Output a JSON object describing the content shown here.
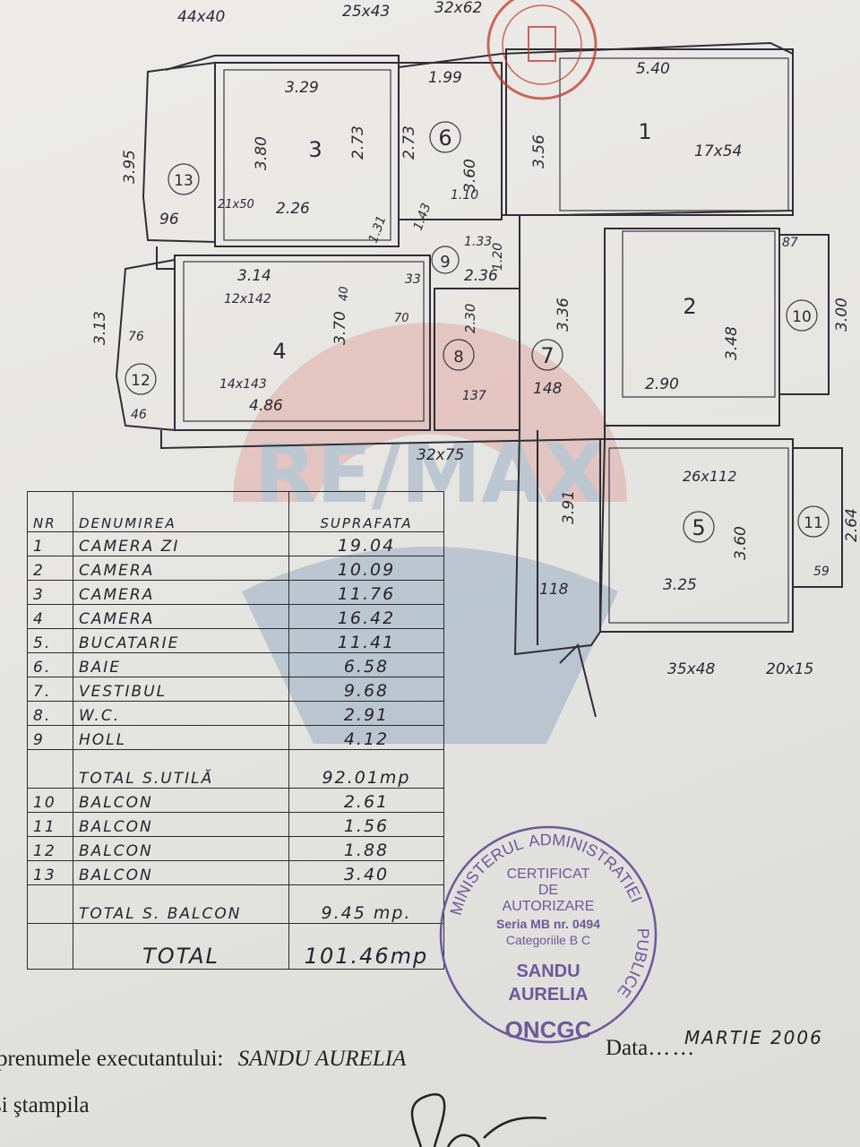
{
  "plan": {
    "rooms": [
      "1",
      "2",
      "3",
      "4",
      "5",
      "6",
      "7",
      "8",
      "9",
      "10",
      "11",
      "12",
      "13"
    ],
    "dimensions": [
      "44x40",
      "25x43",
      "32x62",
      "3.29",
      "1.99",
      "5.40",
      "3.95",
      "3.80",
      "2.73",
      "2.73",
      "3.56",
      "17x54",
      "3.60",
      "96",
      "21x50",
      "2.26",
      "1.10",
      "1.31",
      "1.43",
      "1.33",
      "87",
      "3.00",
      "3.14",
      "1.20",
      "2.36",
      "12x142",
      "40",
      "33",
      "3.70",
      "70",
      "2.30",
      "3.36",
      "3.13",
      "76",
      "3.48",
      "14x143",
      "4.86",
      "46",
      "137",
      "148",
      "2.90",
      "32x75",
      "26x112",
      "3.91",
      "3.60",
      "2.64",
      "118",
      "3.25",
      "59",
      "35x48",
      "20x15"
    ]
  },
  "table": {
    "headers": {
      "nr": "NR",
      "name": "DENUMIREA",
      "area": "SUPRAFATA"
    },
    "rows": [
      {
        "nr": "1",
        "name": "CAMERA ZI",
        "area": "19.04"
      },
      {
        "nr": "2",
        "name": "CAMERA",
        "area": "10.09"
      },
      {
        "nr": "3",
        "name": "CAMERA",
        "area": "11.76"
      },
      {
        "nr": "4",
        "name": "CAMERA",
        "area": "16.42"
      },
      {
        "nr": "5.",
        "name": "BUCATARIE",
        "area": "11.41"
      },
      {
        "nr": "6.",
        "name": "BAIE",
        "area": "6.58"
      },
      {
        "nr": "7.",
        "name": "VESTIBUL",
        "area": "9.68"
      },
      {
        "nr": "8.",
        "name": "W.C.",
        "area": "2.91"
      },
      {
        "nr": "9",
        "name": "HOLL",
        "area": "4.12"
      }
    ],
    "total_util": {
      "label": "TOTAL S.UTILĂ",
      "area": "92.01mp"
    },
    "balconies": [
      {
        "nr": "10",
        "name": "BALCON",
        "area": "2.61"
      },
      {
        "nr": "11",
        "name": "BALCON",
        "area": "1.56"
      },
      {
        "nr": "12",
        "name": "BALCON",
        "area": "1.88"
      },
      {
        "nr": "13",
        "name": "BALCON",
        "area": "3.40"
      }
    ],
    "total_balcon": {
      "label": "TOTAL S. BALCON",
      "area": "9.45 mp."
    },
    "total": {
      "label": "TOTAL",
      "area": "101.46mp"
    }
  },
  "stamp": {
    "ring_top": "ADMINISTRATIEI",
    "ring_left": "MINISTERUL",
    "ring_right": "PUBLICE",
    "ring_bottom": "ONCGC",
    "line1": "CERTIFICAT",
    "line2": "DE",
    "line3": "AUTORIZARE",
    "line4": "Seria MB nr. 0494",
    "line5": "Categoriile B C",
    "name1": "SANDU",
    "name2": "AURELIA"
  },
  "watermark": "RE/MAX",
  "footer": {
    "executant_label": "prenumele executantului:",
    "executant_name": "SANDU AURELIA",
    "date_label": "Data",
    "date_value": "MARTIE 2006",
    "stamp_label": "şi ştampila"
  },
  "colors": {
    "stamp_purple": "#6a5a9a",
    "stamp_red": "#c0392b",
    "watermark_red": "#d9534f",
    "watermark_blue": "#2f5f9a"
  }
}
